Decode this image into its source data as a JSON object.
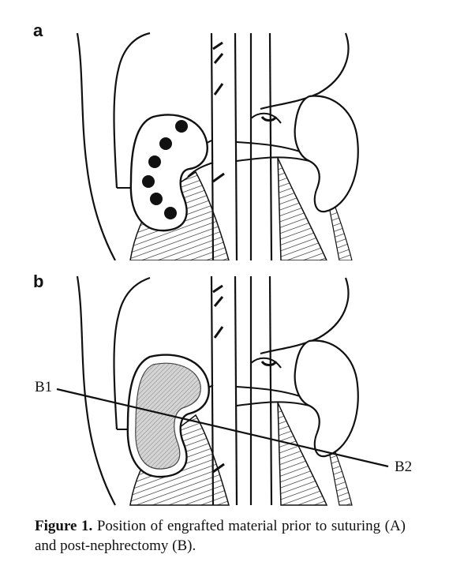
{
  "figure": {
    "panels": [
      {
        "id": "a",
        "label": "a"
      },
      {
        "id": "b",
        "label": "b"
      }
    ],
    "callouts": {
      "start": "B1",
      "end": "B2"
    },
    "caption": {
      "label": "Figure 1.",
      "text": "Position of engrafted material prior to suturing (A) and post-nephrectomy (B)."
    }
  }
}
